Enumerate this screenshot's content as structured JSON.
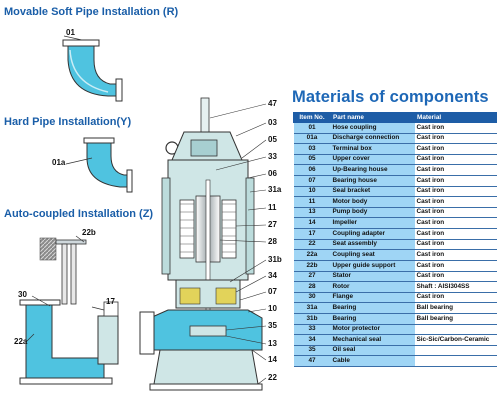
{
  "sections": {
    "movable_title": "Movable Soft Pipe Installation (R)",
    "hard_title": "Hard Pipe  Installation(Y)",
    "auto_title": "Auto-coupled Installation (Z)",
    "materials_title": "Materials of components"
  },
  "install_labels": {
    "movable_part": "01",
    "hard_part": "01a",
    "auto_parts": [
      "22b",
      "30",
      "17",
      "22a"
    ]
  },
  "pump_labels": [
    "47",
    "03",
    "05",
    "33",
    "06",
    "31a",
    "11",
    "27",
    "28",
    "31b",
    "34",
    "07",
    "10",
    "35",
    "13",
    "14",
    "22"
  ],
  "table": {
    "headers": [
      "Item No.",
      "Part name",
      "Material"
    ],
    "rows": [
      [
        "01",
        "Hose coupling",
        "Cast iron"
      ],
      [
        "01a",
        "Discharge connection",
        "Cast iron"
      ],
      [
        "03",
        "Terminal box",
        "Cast iron"
      ],
      [
        "05",
        "Upper cover",
        "Cast iron"
      ],
      [
        "06",
        "Up-Bearing house",
        "Cast iron"
      ],
      [
        "07",
        "Bearing house",
        "Cast iron"
      ],
      [
        "10",
        "Seal bracket",
        "Cast iron"
      ],
      [
        "11",
        "Motor body",
        "Cast iron"
      ],
      [
        "13",
        "Pump body",
        "Cast iron"
      ],
      [
        "14",
        "Impeller",
        "Cast iron"
      ],
      [
        "17",
        "Coupling adapter",
        "Cast iron"
      ],
      [
        "22",
        "Seat assembly",
        "Cast iron"
      ],
      [
        "22a",
        "Coupling seat",
        "Cast iron"
      ],
      [
        "22b",
        "Upper guide support",
        "Cast iron"
      ],
      [
        "27",
        "Stator",
        "Cast iron"
      ],
      [
        "28",
        "Rotor",
        "Shaft : AISI304SS"
      ],
      [
        "30",
        "Flange",
        "Cast iron"
      ],
      [
        "31a",
        "Bearing",
        "Ball bearing"
      ],
      [
        "31b",
        "Bearing",
        "Ball bearing"
      ],
      [
        "33",
        "Motor protector",
        ""
      ],
      [
        "34",
        "Mechanical seal",
        "Sic-Sic/Carbon-Ceramic"
      ],
      [
        "35",
        "Oil seal",
        ""
      ],
      [
        "47",
        "Cable",
        ""
      ]
    ]
  },
  "colors": {
    "title_blue": "#1a5ea8",
    "table_header": "#1e5da6",
    "table_cell": "#9fd5f5",
    "pipe_fill": "#4fc3e0",
    "pump_fill": "#cfe6e6"
  }
}
